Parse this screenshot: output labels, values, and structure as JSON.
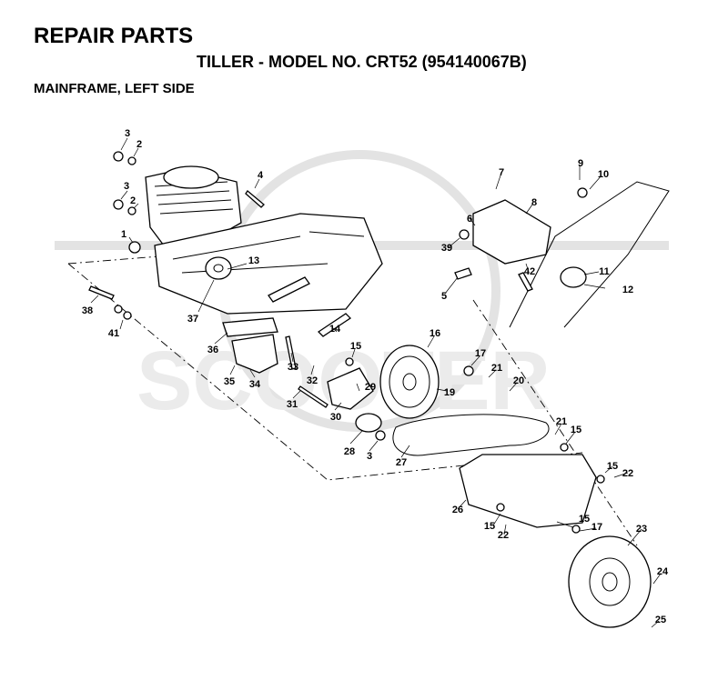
{
  "header": {
    "title": "REPAIR PARTS",
    "subtitle": "TILLER - MODEL NO. CRT52  (954140067B)",
    "section": "MAINFRAME, LEFT SIDE"
  },
  "watermark": {
    "text": "SCOOTER"
  },
  "callouts": [
    "3",
    "2",
    "3",
    "2",
    "1",
    "4",
    "13",
    "38",
    "41",
    "37",
    "36",
    "35",
    "34",
    "33",
    "32",
    "31",
    "30",
    "29",
    "28",
    "3",
    "14",
    "15",
    "16",
    "17",
    "19",
    "21",
    "20",
    "27",
    "26",
    "21",
    "15",
    "15",
    "22",
    "15",
    "22",
    "15",
    "17",
    "23",
    "24",
    "25",
    "7",
    "6",
    "8",
    "39",
    "9",
    "10",
    "11",
    "12",
    "5",
    "42"
  ]
}
